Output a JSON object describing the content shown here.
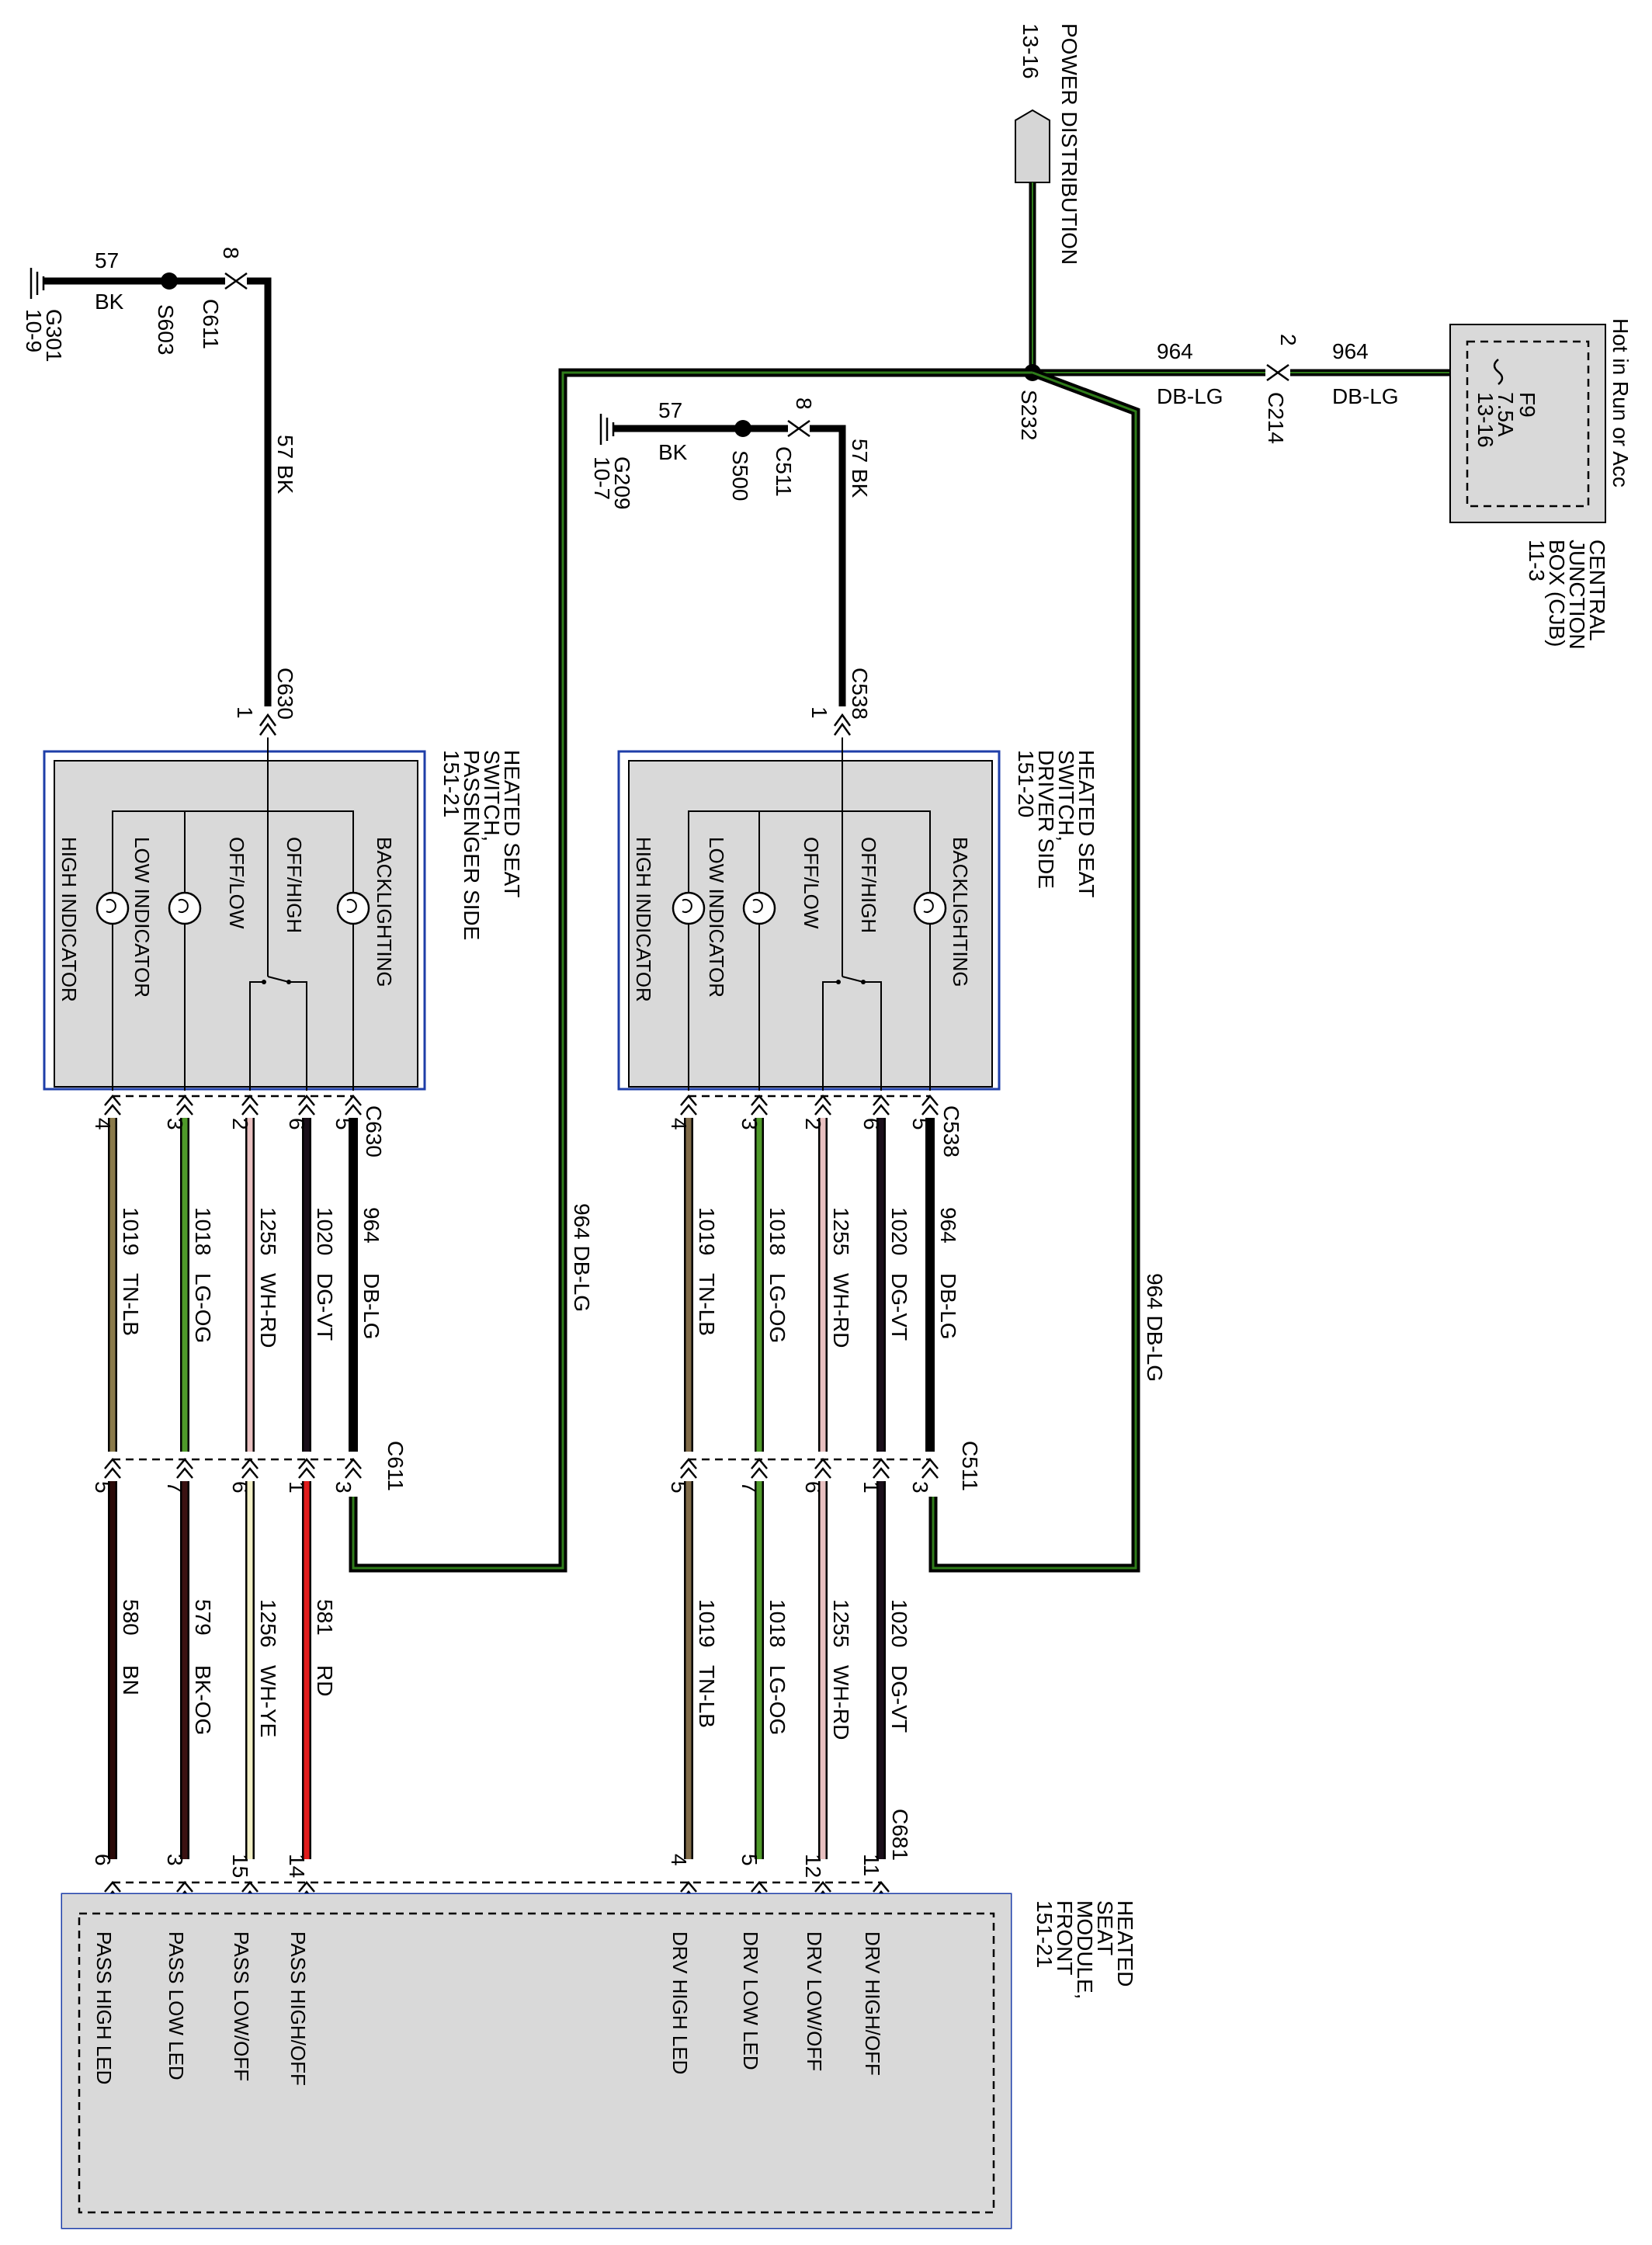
{
  "title_power": "POWER DISTRIBUTION",
  "power_ref": "13-16",
  "splice_main": "S232",
  "hot_label": "Hot in Run or Acc",
  "cjb": {
    "l1": "CENTRAL",
    "l2": "JUNCTION",
    "l3": "BOX (CJB)",
    "l4": "11-3",
    "fuse": "F9",
    "amps": "7.5A",
    "ref": "13-16"
  },
  "c214": {
    "name": "C214",
    "pin": "2"
  },
  "w964": {
    "num": "964",
    "color": "DB-LG"
  },
  "pass_ground": {
    "circuit": "57",
    "color": "BK",
    "ground": "G301",
    "ground_ref": "10-9",
    "splice": "S603",
    "conn": "C611",
    "pin": "8",
    "vert": "57  BK",
    "c_top": "C630",
    "c_top_pin": "1"
  },
  "drv_ground": {
    "circuit": "57",
    "color": "BK",
    "ground": "G209",
    "ground_ref": "10-7",
    "splice": "S500",
    "conn": "C511",
    "pin": "8",
    "vert": "57  BK",
    "c_top": "C538",
    "c_top_pin": "1"
  },
  "pass_switch": {
    "l1": "HEATED SEAT",
    "l2": "SWITCH,",
    "l3": "PASSENGER SIDE",
    "l4": "151-21"
  },
  "drv_switch": {
    "l1": "HEATED SEAT",
    "l2": "SWITCH,",
    "l3": "DRIVER SIDE",
    "l4": "151-20"
  },
  "switch_labels": {
    "backlighting": "BACKLIGHTING",
    "off_high": "OFF/HIGH",
    "off_low": "OFF/LOW",
    "low_ind": "LOW INDICATOR",
    "high_ind": "HIGH INDICATOR"
  },
  "pass_conn_mid": "C630",
  "pass_conn_low": "C611",
  "drv_conn_mid": "C538",
  "drv_conn_low": "C511",
  "drv_conn_mod": "C681",
  "riser_label": "964  DB-LG",
  "pass_upper_wires": [
    {
      "pin": "4",
      "num": "1019",
      "color": "TN-LB",
      "hex": "#8a7a4a"
    },
    {
      "pin": "3",
      "num": "1018",
      "color": "LG-OG",
      "hex": "#4f9a2a"
    },
    {
      "pin": "2",
      "num": "1255",
      "color": "WH-RD",
      "hex": "#e8c0c0"
    },
    {
      "pin": "6",
      "num": "1020",
      "color": "DG-VT",
      "hex": "#1a0f1a"
    },
    {
      "pin": "5",
      "num": "964",
      "color": "DB-LG",
      "hex": "#000000"
    }
  ],
  "pass_lower_wires": [
    {
      "pin": "5",
      "num": "580",
      "color": "BN",
      "hex": "#2b0a08",
      "mpin": "6"
    },
    {
      "pin": "7",
      "num": "579",
      "color": "BK-OG",
      "hex": "#3b1212",
      "mpin": "3"
    },
    {
      "pin": "6",
      "num": "1256",
      "color": "WH-YE",
      "hex": "#f3f0c6",
      "mpin": "15"
    },
    {
      "pin": "1",
      "num": "581",
      "color": "RD",
      "hex": "#e01b1b",
      "mpin": "14"
    },
    {
      "pin": "3",
      "num": "",
      "color": "",
      "hex": "#000000",
      "mpin": ""
    }
  ],
  "drv_upper_wires": [
    {
      "pin": "4",
      "num": "1019",
      "color": "TN-LB",
      "hex": "#7f6a48"
    },
    {
      "pin": "3",
      "num": "1018",
      "color": "LG-OG",
      "hex": "#4f9a2a"
    },
    {
      "pin": "2",
      "num": "1255",
      "color": "WH-RD",
      "hex": "#e8c0c0"
    },
    {
      "pin": "6",
      "num": "1020",
      "color": "DG-VT",
      "hex": "#1a0f1a"
    },
    {
      "pin": "5",
      "num": "964",
      "color": "DB-LG",
      "hex": "#000000"
    }
  ],
  "drv_lower_wires": [
    {
      "pin": "5",
      "num": "1019",
      "color": "TN-LB",
      "hex": "#7f6a48",
      "mpin": "4"
    },
    {
      "pin": "7",
      "num": "1018",
      "color": "LG-OG",
      "hex": "#4f9a2a",
      "mpin": "5"
    },
    {
      "pin": "6",
      "num": "1255",
      "color": "WH-RD",
      "hex": "#e8c0c0",
      "mpin": "12"
    },
    {
      "pin": "1",
      "num": "1020",
      "color": "DG-VT",
      "hex": "#1a0f1a",
      "mpin": "11"
    },
    {
      "pin": "3",
      "num": "",
      "color": "",
      "hex": "#000000",
      "mpin": ""
    }
  ],
  "module": {
    "l1": "HEATED",
    "l2": "SEAT",
    "l3": "MODULE,",
    "l4": "FRONT",
    "l5": "151-21",
    "pins": [
      "PASS HIGH LED",
      "PASS LOW LED",
      "PASS LOW/OFF",
      "PASS HIGH/OFF",
      "DRV HIGH LED",
      "DRV LOW LED",
      "DRV LOW/OFF",
      "DRV HIGH/OFF"
    ]
  }
}
